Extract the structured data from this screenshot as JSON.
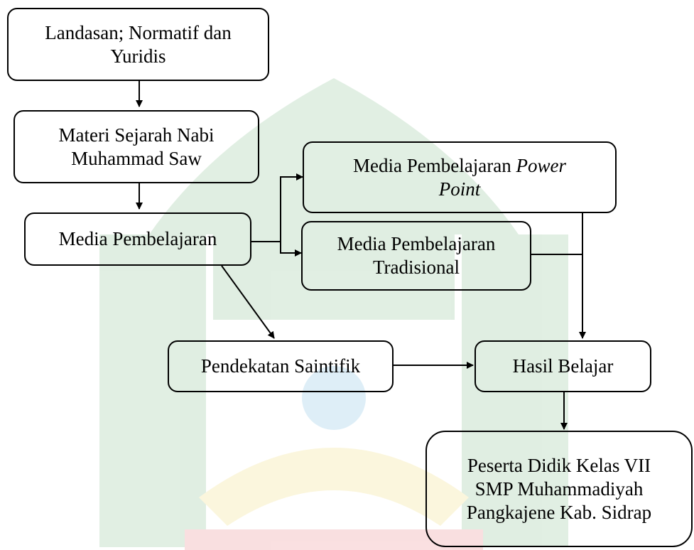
{
  "colors": {
    "stroke": "#000000",
    "watermark_green": "#2e8b3c",
    "watermark_yellow": "#e8c21a",
    "watermark_red": "#d9262a",
    "watermark_blue": "#1e90c8"
  },
  "nodes": {
    "landasan": {
      "line1": "Landasan; Normatif dan",
      "line2": "Yuridis"
    },
    "materi": {
      "line1": "Materi Sejarah Nabi",
      "line2": "Muhammad Saw"
    },
    "media": {
      "label": "Media Pembelajaran"
    },
    "powerpoint": {
      "line1_plain": "Media Pembelajaran ",
      "line1_italic": "Power",
      "line2_italic": "Point"
    },
    "tradisional": {
      "line1": "Media Pembelajaran",
      "line2": "Tradisional"
    },
    "saintifik": {
      "label": "Pendekatan Saintifik"
    },
    "hasil": {
      "label": "Hasil Belajar"
    },
    "peserta": {
      "line1": "Peserta Didik Kelas VII",
      "line2": "SMP Muhammadiyah",
      "line3": "Pangkajene Kab. Sidrap"
    }
  }
}
